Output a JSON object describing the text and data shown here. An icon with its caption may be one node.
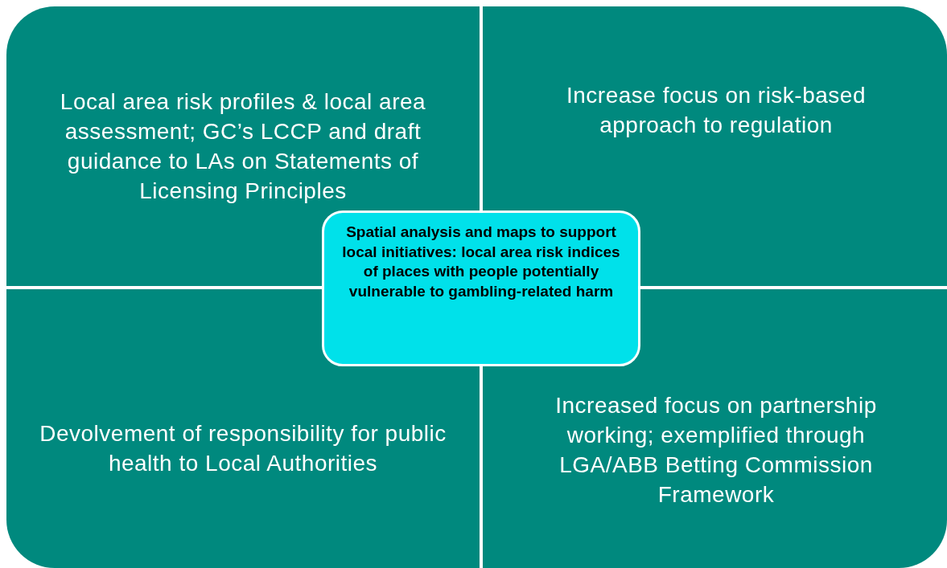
{
  "diagram": {
    "nodes": [
      {
        "text": [
          "Local area risk profiles & local area assessment; GC’s LCCP and draft guidance to LAs on Statements of Licensing Principles"
        ]
      },
      {
        "text": [
          "Increase focus on risk-based approach to regulation"
        ]
      },
      {
        "text": [
          "Spatial analysis and maps to support  local initiatives: local area risk indices of places with people potentially vulnerable to gambling-related harm"
        ]
      },
      {
        "text": [
          "Devolvement of responsibility for public health to Local Authorities"
        ]
      },
      {
        "text": [
          "Increased focus on partnership working; exemplified through LGA/ABB Betting Commission Framework"
        ]
      }
    ]
  }
}
